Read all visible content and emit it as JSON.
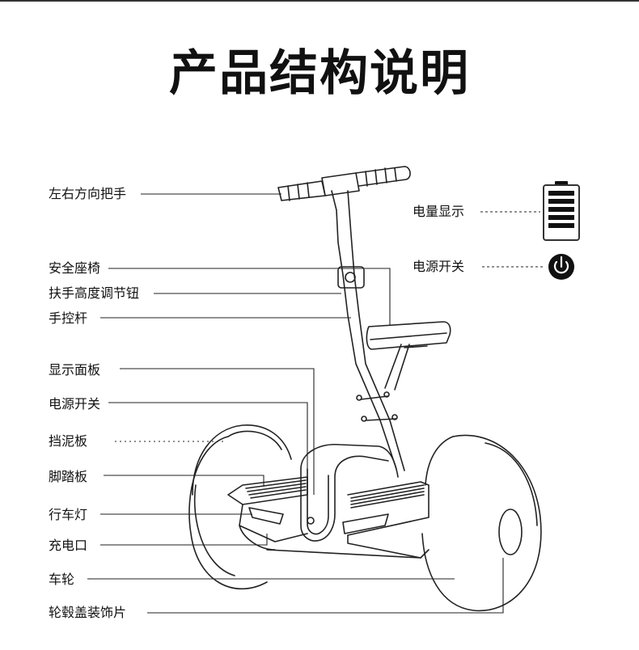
{
  "title": "产品结构说明",
  "left_labels": [
    "左右方向把手",
    "安全座椅",
    "扶手高度调节钮",
    "手控杆",
    "显示面板",
    "电源开关",
    "挡泥板",
    "脚踏板",
    "行车灯",
    "充电口",
    "车轮",
    "轮毂盖装饰片"
  ],
  "right_labels": [
    "电量显示",
    "电源开关"
  ],
  "icons": [
    "battery-level-icon",
    "power-button-icon"
  ]
}
